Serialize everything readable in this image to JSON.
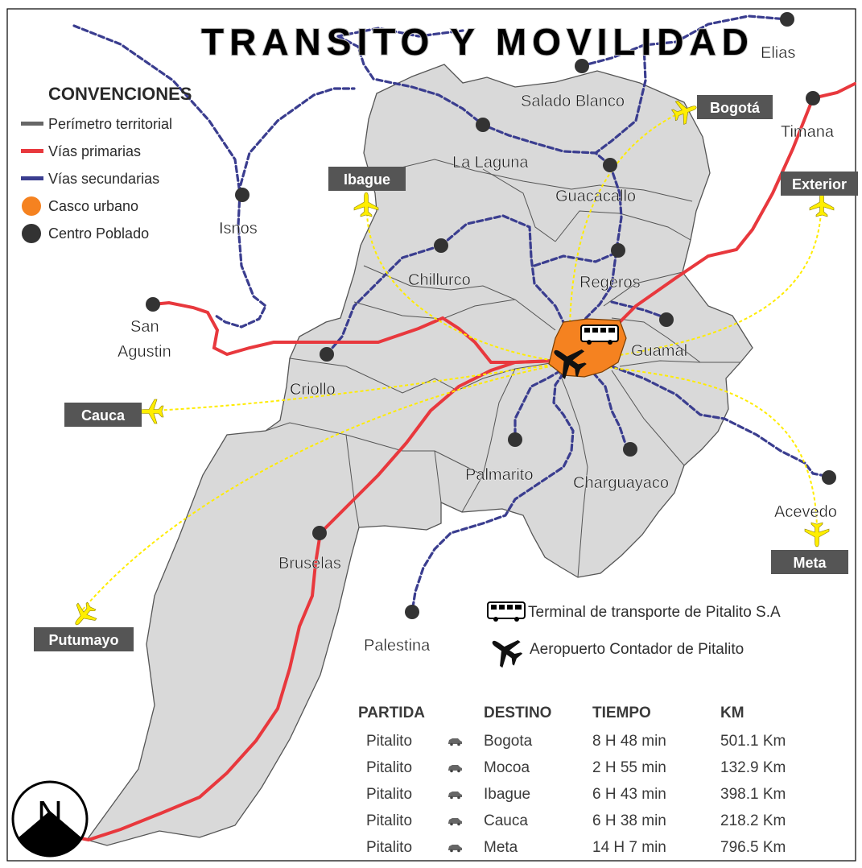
{
  "title": "TRANSITO Y MOVILIDAD",
  "legend": {
    "title": "CONVENCIONES",
    "items": [
      {
        "label": "Perímetro territorial",
        "color": "#666666",
        "symbol": "line"
      },
      {
        "label": "Vías primarias",
        "color": "#e8383d",
        "symbol": "line"
      },
      {
        "label": "Vías secundarias",
        "color": "#3a3d8f",
        "symbol": "line"
      },
      {
        "label": "Casco urbano",
        "color": "#f58220",
        "symbol": "dot"
      },
      {
        "label": "Centro Poblado",
        "color": "#333333",
        "symbol": "dot"
      }
    ]
  },
  "places": {
    "elias": "Elias",
    "salado_blanco": "Salado Blanco",
    "timana": "Timana",
    "la_laguna": "La Laguna",
    "guacacallo": "Guacacallo",
    "isnos": "Isnos",
    "chillurco": "Chillurco",
    "regeros": "Regeros",
    "san_agustin_1": "San",
    "san_agustin_2": "Agustin",
    "guamal": "Guamal",
    "criollo": "Criollo",
    "palmarito": "Palmarito",
    "charguayaco": "Charguayaco",
    "acevedo": "Acevedo",
    "bruselas": "Bruselas",
    "palestina": "Palestina"
  },
  "destinations": {
    "bogota": "Bogotá",
    "ibague": "Ibague",
    "exterior": "Exterior",
    "cauca": "Cauca",
    "meta": "Meta",
    "putumayo": "Putumayo"
  },
  "key": {
    "terminal": "Terminal de transporte de Pitalito S.A",
    "airport": "Aeropuerto Contador de Pitalito"
  },
  "routes": {
    "headers": [
      "PARTIDA",
      "DESTINO",
      "TIEMPO",
      "KM"
    ],
    "rows": [
      {
        "origin": "Pitalito",
        "destination": "Bogota",
        "time": "8 H 48 min",
        "km": "501.1 Km"
      },
      {
        "origin": "Pitalito",
        "destination": "Mocoa",
        "time": "2 H 55 min",
        "km": "132.9 Km"
      },
      {
        "origin": "Pitalito",
        "destination": "Ibague",
        "time": "6 H 43 min",
        "km": "398.1 Km"
      },
      {
        "origin": "Pitalito",
        "destination": "Cauca",
        "time": "6 H 38 min",
        "km": "218.2 Km"
      },
      {
        "origin": "Pitalito",
        "destination": "Meta",
        "time": "14 H 7 min",
        "km": "796.5 Km"
      }
    ]
  },
  "compass": "N",
  "colors": {
    "territory": "#d9d9d9",
    "primary_road": "#e8383d",
    "secondary_road": "#3a3d8f",
    "urban": "#f58220",
    "flight_route": "#ffec00",
    "badge": "#555555"
  }
}
